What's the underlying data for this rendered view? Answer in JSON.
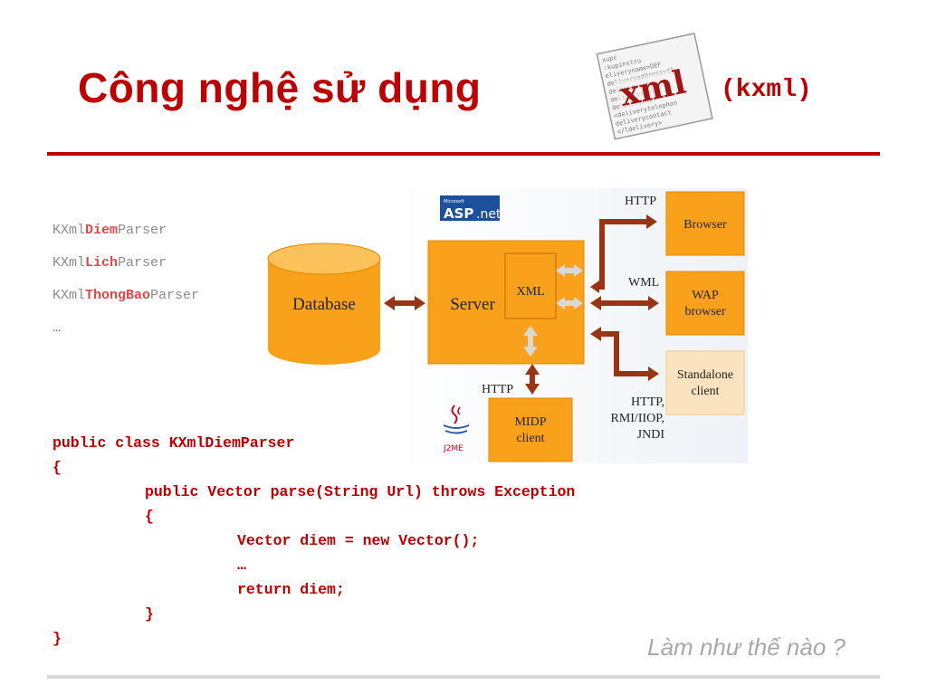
{
  "slide": {
    "title": "Công nghệ sử dụng",
    "title_suffix": "(kxml)",
    "footer_question": "Làm như thế nào ?",
    "colors": {
      "accent": "#c00000",
      "rule_gray": "#d8d8d8",
      "orange": "#f9a11b",
      "arrow": "#9a3412"
    }
  },
  "xml_logo": {
    "word": "xml",
    "background_text": [
      "xupc",
      ":kupinstru",
      "eliveryname>DEF",
      "deliveryaddress>1l",
      "deliverycity",
      "deliverystate",
      "deliveryzip>",
      "<deliverytelephon",
      "deliverycontact",
      "</ldelivery>"
    ]
  },
  "parsers": [
    {
      "prefix": "KXml",
      "highlight": "Diem",
      "suffix": "Parser"
    },
    {
      "prefix": "KXml",
      "highlight": "Lich",
      "suffix": "Parser"
    },
    {
      "prefix": "KXml",
      "highlight": "ThongBao",
      "suffix": "Parser"
    }
  ],
  "parsers_ellipsis": "…",
  "diagram": {
    "aspnet_logo": {
      "small": "Microsoft",
      "main": "ASP",
      "sub": ".net"
    },
    "database_label": "Database",
    "server_label": "Server",
    "xml_label": "XML",
    "browser_label": "Browser",
    "wap_browser_label": [
      "WAP",
      "browser"
    ],
    "standalone_label": [
      "Standalone",
      "client"
    ],
    "midp_label": [
      "MIDP",
      "client"
    ],
    "j2me_label": "J2ME",
    "http_top": "HTTP",
    "wml": "WML",
    "http_midp": "HTTP",
    "protocols": [
      "HTTP,",
      "RMI/IIOP,",
      "JNDI"
    ]
  },
  "code": [
    {
      "indent": 0,
      "text": "public class KXmlDiemParser"
    },
    {
      "indent": 0,
      "text": "{"
    },
    {
      "indent": 1,
      "text": "public Vector parse(String Url) throws Exception"
    },
    {
      "indent": 1,
      "text": "{"
    },
    {
      "indent": 2,
      "text": "Vector diem = new Vector();"
    },
    {
      "indent": 2,
      "text": "…"
    },
    {
      "indent": 2,
      "text": "return diem;"
    },
    {
      "indent": 1,
      "text": "}"
    },
    {
      "indent": 0,
      "text": "}"
    }
  ]
}
